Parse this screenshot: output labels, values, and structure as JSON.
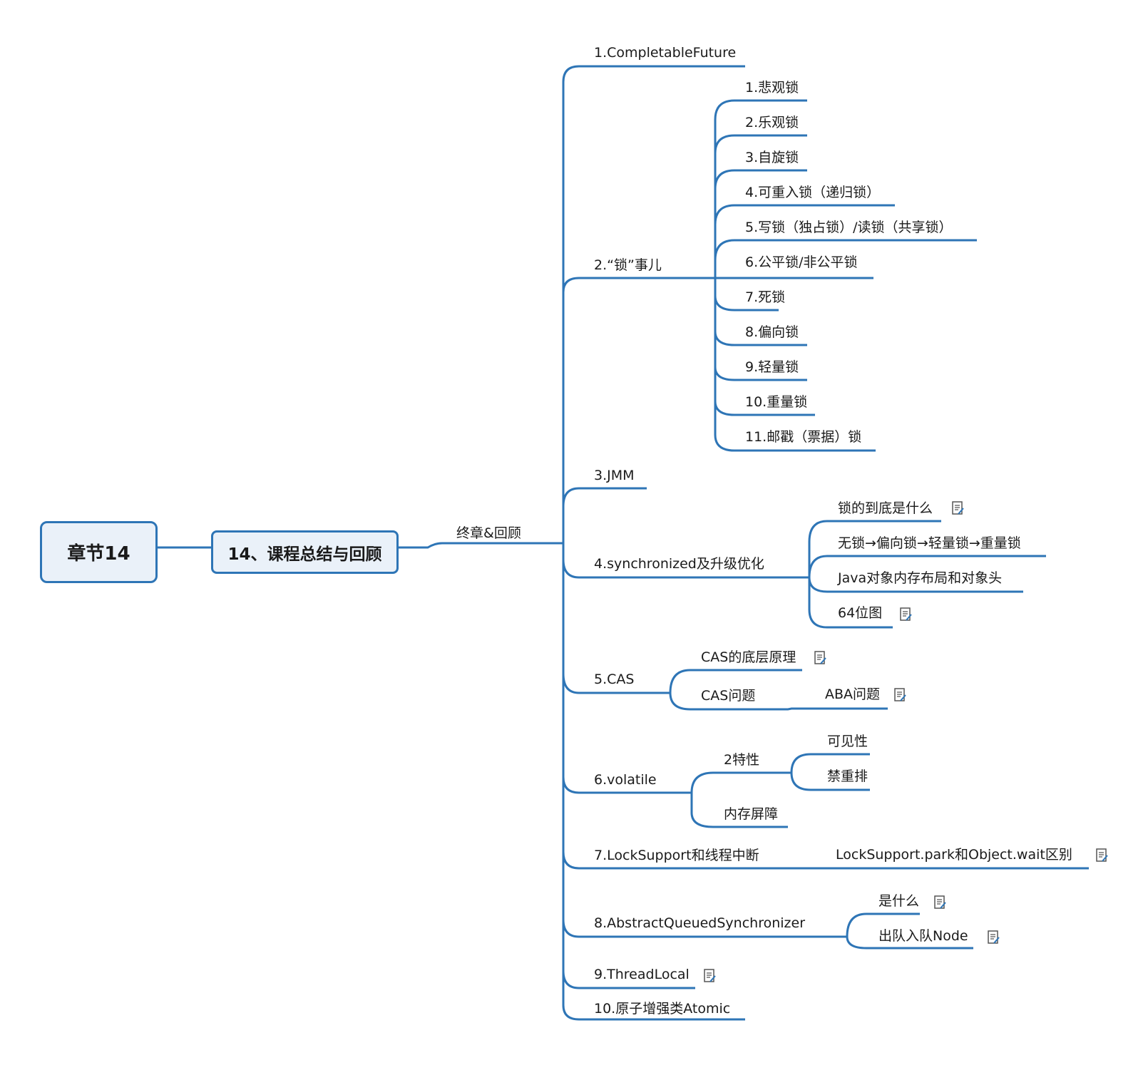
{
  "root": {
    "label": "章节14"
  },
  "main_topic": {
    "label": "14、课程总结与回顾"
  },
  "connector_label": "终章&回顾",
  "branches": [
    {
      "label": "1.CompletableFuture"
    },
    {
      "label": "2.“锁”事儿",
      "children": [
        "1.悲观锁",
        "2.乐观锁",
        "3.自旋锁",
        "4.可重入锁（递归锁）",
        "5.写锁（独占锁）/读锁（共享锁）",
        "6.公平锁/非公平锁",
        "7.死锁",
        "8.偏向锁",
        "9.轻量锁",
        "10.重量锁",
        "11.邮戳（票据）锁"
      ]
    },
    {
      "label": "3.JMM"
    },
    {
      "label": "4.synchronized及升级优化",
      "children": [
        {
          "label": "锁的到底是什么",
          "note": true
        },
        {
          "label": "无锁→偏向锁→轻量锁→重量锁",
          "note": false
        },
        {
          "label": "Java对象内存布局和对象头",
          "note": false
        },
        {
          "label": "64位图",
          "note": true
        }
      ]
    },
    {
      "label": "5.CAS",
      "children": [
        {
          "label": "CAS的底层原理",
          "note": true
        },
        {
          "label": "CAS问题",
          "sub": {
            "label": "ABA问题",
            "note": true
          }
        }
      ]
    },
    {
      "label": "6.volatile",
      "children": [
        {
          "label": "2特性",
          "children": [
            "可见性",
            "禁重排"
          ]
        },
        {
          "label": "内存屏障"
        }
      ]
    },
    {
      "label": "7.LockSupport和线程中断",
      "sub": {
        "label": "LockSupport.park和Object.wait区别",
        "note": true
      }
    },
    {
      "label": "8.AbstractQueuedSynchronizer",
      "children": [
        {
          "label": "是什么",
          "note": true
        },
        {
          "label": "出队入队Node",
          "note": true
        }
      ]
    },
    {
      "label": "9.ThreadLocal",
      "note": true
    },
    {
      "label": "10.原子增强类Atomic"
    }
  ],
  "icons": {
    "note": "note-icon"
  },
  "colors": {
    "line": "#2e75b6",
    "node_fill": "#eaf1f9"
  }
}
